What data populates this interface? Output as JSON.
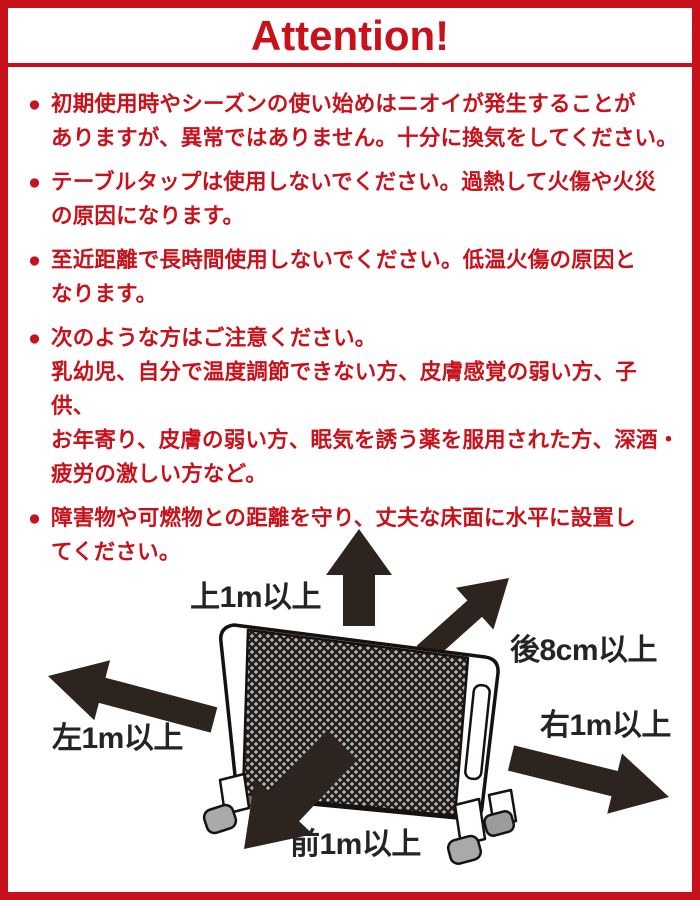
{
  "header": {
    "title": "Attention!"
  },
  "notices": {
    "bullet": "●",
    "items": [
      {
        "text": "初期使用時やシーズンの使い始めはニオイが発生することが\nありますが、異常ではありません。十分に換気をしてください。"
      },
      {
        "text": "テーブルタップは使用しないでください。過熱して火傷や火災\nの原因になります。"
      },
      {
        "text": "至近距離で長時間使用しないでください。低温火傷の原因と\nなります。"
      },
      {
        "text": "次のような方はご注意ください。\n乳幼児、自分で温度調節できない方、皮膚感覚の弱い方、子供、\nお年寄り、皮膚の弱い方、眠気を誘う薬を服用された方、深酒・\n疲労の激しい方など。"
      },
      {
        "text": "障害物や可燃物との距離を守り、丈夫な床面に水平に設置し\nてください。"
      }
    ]
  },
  "diagram": {
    "description": "heater-clearance-diagram",
    "labels": {
      "top": "上1m以上",
      "back": "後8cm以上",
      "left": "左1m以上",
      "right": "右1m以上",
      "front": "前1m以上"
    }
  },
  "colors": {
    "accent_red": "#c9111b",
    "arrow_dark": "#2d2420",
    "label_dark": "#242424",
    "mesh_gray": "#b0b0b0"
  }
}
